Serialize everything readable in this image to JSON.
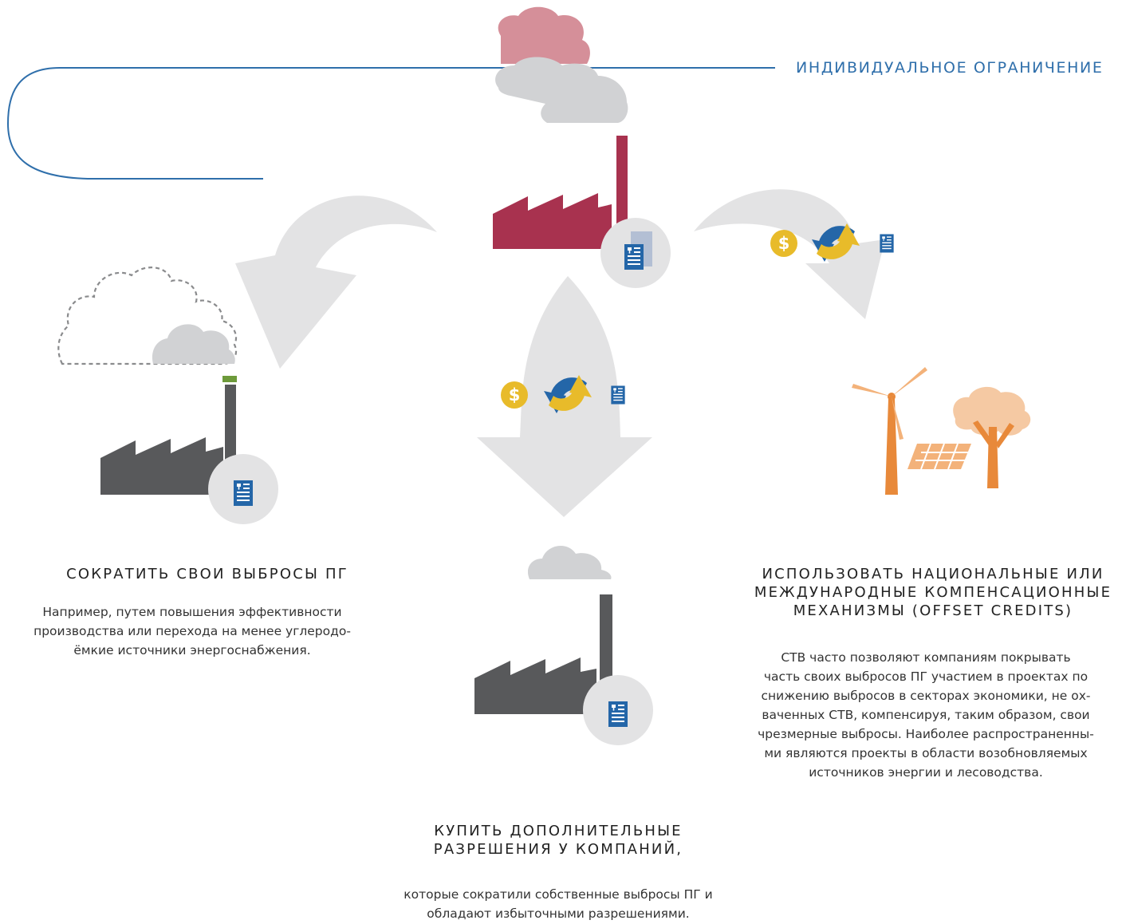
{
  "cap_label": "ИНДИВИДУАЛЬНОЕ ОГРАНИЧЕНИЕ",
  "options": [
    {
      "title": "СОКРАТИТЬ СВОИ ВЫБРОСЫ ПГ",
      "text_lines": [
        "Например, путем повышения эффективности",
        "производства или перехода на менее углеродо-",
        "ёмкие источники энергоснабжения."
      ]
    },
    {
      "title_lines": [
        "КУПИТЬ ДОПОЛНИТЕЛЬНЫЕ",
        "РАЗРЕШЕНИЯ У КОМПАНИЙ,"
      ],
      "text_lines": [
        "которые сократили собственные выбросы ПГ и",
        "обладают избыточными разрешениями."
      ]
    },
    {
      "title_lines": [
        "ИСПОЛЬЗОВАТЬ НАЦИОНАЛЬНЫЕ ИЛИ",
        "МЕЖДУНАРОДНЫЕ КОМПЕНСАЦИОННЫЕ",
        "МЕХАНИЗМЫ (OFFSET CREDITS)"
      ],
      "text_lines": [
        "СТВ часто позволяют компаниям покрывать",
        "часть своих выбросов ПГ участием в проектах по",
        "снижению выбросов в секторах экономики, не ох-",
        "ваченных СТВ, компенсируя, таким образом, свои",
        "чрезмерные выбросы. Наиболее распространенны-",
        "ми являются проекты в области возобновляемых",
        "источников энергии и лесоводства."
      ]
    }
  ],
  "colors": {
    "accent_blue": "#2f6fab",
    "factory_main": "#a8324f",
    "factory_gray": "#58595b",
    "arrow_gray": "#e3e3e4",
    "cloud_pink": "#d58f99",
    "cloud_gray": "#d1d2d4",
    "coin_yellow": "#e8bb2a",
    "offset_orange": "#e8893a"
  }
}
